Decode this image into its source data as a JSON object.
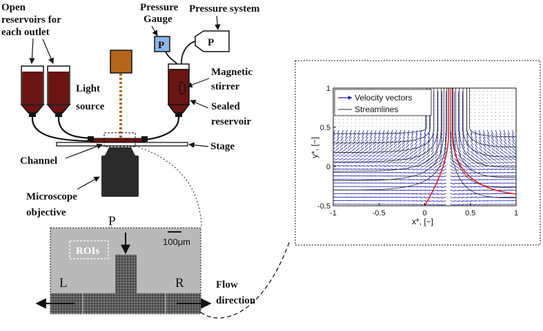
{
  "setup": {
    "open_reservoirs_line1": "Open",
    "open_reservoirs_line2": "reservoirs for",
    "open_reservoirs_line3": "each outlet",
    "pressure_gauge_line1": "Pressure",
    "pressure_gauge_line2": "Gauge",
    "pressure_system": "Pressure system",
    "gauge_symbol": "P",
    "system_symbol": "P",
    "light_source_line1": "Light",
    "light_source_line2": "source",
    "magnetic_stirrer_line1": "Magnetic",
    "magnetic_stirrer_line2": "stirrer",
    "sealed_reservoir_line1": "Sealed",
    "sealed_reservoir_line2": "reservoir",
    "stage": "Stage",
    "channel": "Channel",
    "microscope_line1": "Microscope",
    "microscope_line2": "objective",
    "colors": {
      "fluid": "#6b1414",
      "light": "#b5651d",
      "gauge": "#8fb4e3",
      "objective": "#2b2b2b"
    }
  },
  "micrograph": {
    "inlet": "P",
    "left_outlet": "L",
    "right_outlet": "R",
    "scale_bar": "100μm",
    "rois": "ROIs",
    "flow_line1": "Flow",
    "flow_line2": "direction"
  },
  "chart_data": {
    "type": "vector-field",
    "xlabel": "x*, [−]",
    "ylabel": "y*, [−]",
    "xlim": [
      -1,
      1
    ],
    "ylim": [
      -0.5,
      1
    ],
    "xticks": [
      "-1",
      "-0.5",
      "0",
      "0.5",
      "1"
    ],
    "yticks": [
      "-0.5",
      "0",
      "0.5",
      "1"
    ],
    "legend": [
      "Velocity vectors",
      "Streamlines"
    ],
    "legend_position": "top-left",
    "colors": {
      "vectors": "#1a1aa0",
      "streamlines": "#222222",
      "highlight": "#e0202a"
    }
  }
}
